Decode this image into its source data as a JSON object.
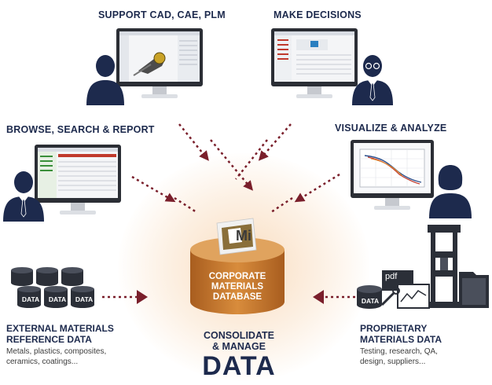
{
  "labels": {
    "support_cad": "SUPPORT CAD, CAE, PLM",
    "make_decisions": "MAKE DECISIONS",
    "browse_search": "BROWSE, SEARCH & REPORT",
    "visualize": "VISUALIZE & ANALYZE"
  },
  "external": {
    "title_line1": "EXTERNAL MATERIALS",
    "title_line2": "REFERENCE DATA",
    "desc_line1": "Metals, plastics, composites,",
    "desc_line2": "ceramics, coatings..."
  },
  "proprietary": {
    "title_line1": "PROPRIETARY",
    "title_line2": "MATERIALS DATA",
    "desc_line1": "Testing, research, QA,",
    "desc_line2": "design, suppliers..."
  },
  "database": {
    "line1": "CORPORATE",
    "line2": "MATERIALS",
    "line3": "DATABASE",
    "logo_text": "Mi"
  },
  "consolidate": {
    "line1": "CONSOLIDATE",
    "line2": "& MANAGE",
    "big": "DATA"
  },
  "cylinder_label": "DATA",
  "pdf_label": "pdf",
  "colors": {
    "navy": "#1d2a4d",
    "arrow": "#7a1f2b",
    "db_orange": "#c8782f",
    "glow": "#f4c08a"
  }
}
